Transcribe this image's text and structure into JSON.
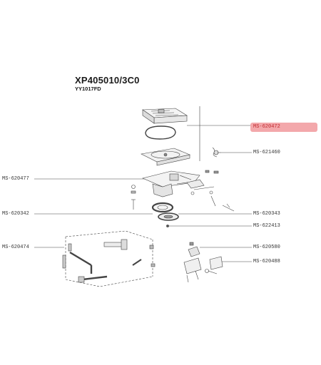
{
  "diagram": {
    "title": "XP405010/3C0",
    "subtitle": "YY1017FD",
    "highlight_color": "#f3a8ab",
    "highlight_text_color": "#c0272d",
    "parts": {
      "p620472": "MS-620472",
      "p621460": "MS-621460",
      "p620477": "MS-620477",
      "p620342": "MS-620342",
      "p620343": "MS-620343",
      "p622413": "MS-622413",
      "p620474": "MS-620474",
      "p620580": "MS-620580",
      "p620488": "MS-620488"
    },
    "highlighted_part": "MS-620472"
  }
}
